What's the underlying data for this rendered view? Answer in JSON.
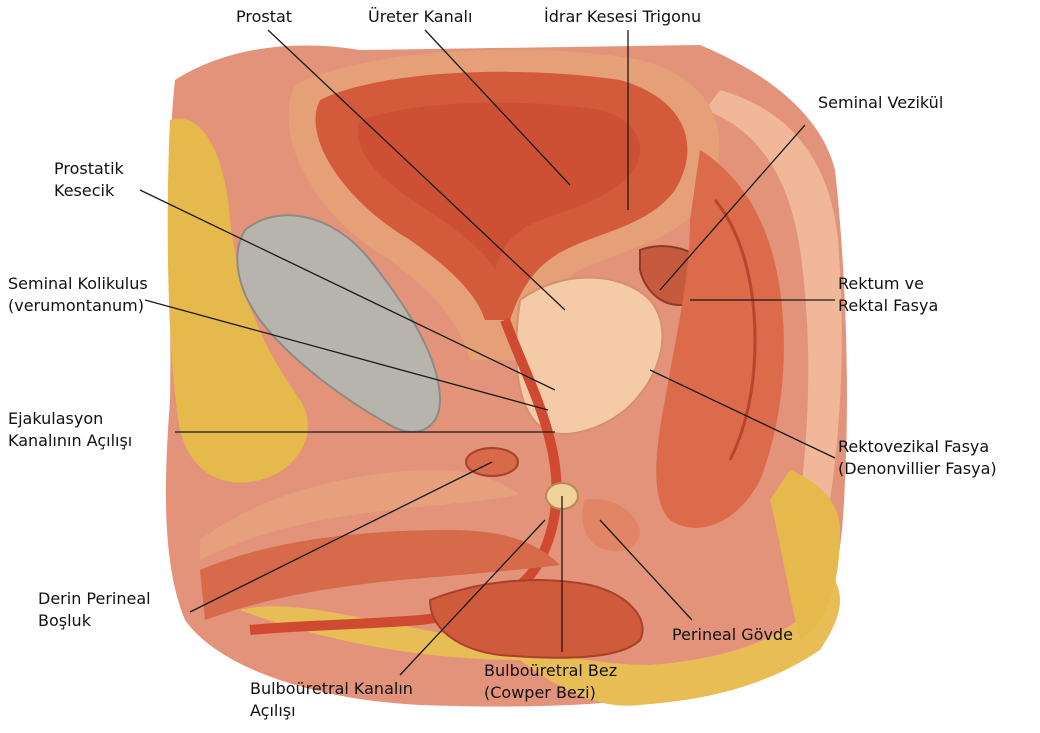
{
  "diagram": {
    "labels": {
      "prostat": [
        "Prostat"
      ],
      "ureter": [
        "Üreter Kanalı"
      ],
      "trigon": [
        "İdrar Kesesi Trigonu"
      ],
      "seminal_vezikul": [
        "Seminal Vezikül"
      ],
      "prostatik_kesecik": [
        "Prostatik",
        "Kesecik"
      ],
      "seminal_kolikulus": [
        "Seminal Kolikulus",
        "(verumontanum)"
      ],
      "rektum": [
        "Rektum ve",
        "Rektal Fasya"
      ],
      "ejakulasyon": [
        "Ejakulasyon",
        "Kanalının Açılışı"
      ],
      "rektovezikal": [
        "Rektovezikal Fasya",
        "(Denonvillier Fasya)"
      ],
      "derin_perineal": [
        "Derin Perineal",
        "Boşluk"
      ],
      "perineal_govde": [
        "Perineal Gövde"
      ],
      "bulbouretral_bez": [
        "Bulboüretral Bez",
        "(Cowper Bezi)"
      ],
      "bulbouretral_kanal": [
        "Bulboüretral Kanalın",
        "Açılışı"
      ]
    },
    "colors": {
      "background": "#ffffff",
      "tissue_outer": "#e08a6a",
      "tissue_pale": "#f2c09a",
      "bladder": "#d9583a",
      "bladder_dark": "#c0402a",
      "pubic_bone": "#b8b4ae",
      "fat": "#e8b84a",
      "prostate": "#f4c8a4",
      "rectum": "#dc6a4a",
      "leader_line": "#1a1a1a",
      "label_text": "#111111"
    }
  }
}
